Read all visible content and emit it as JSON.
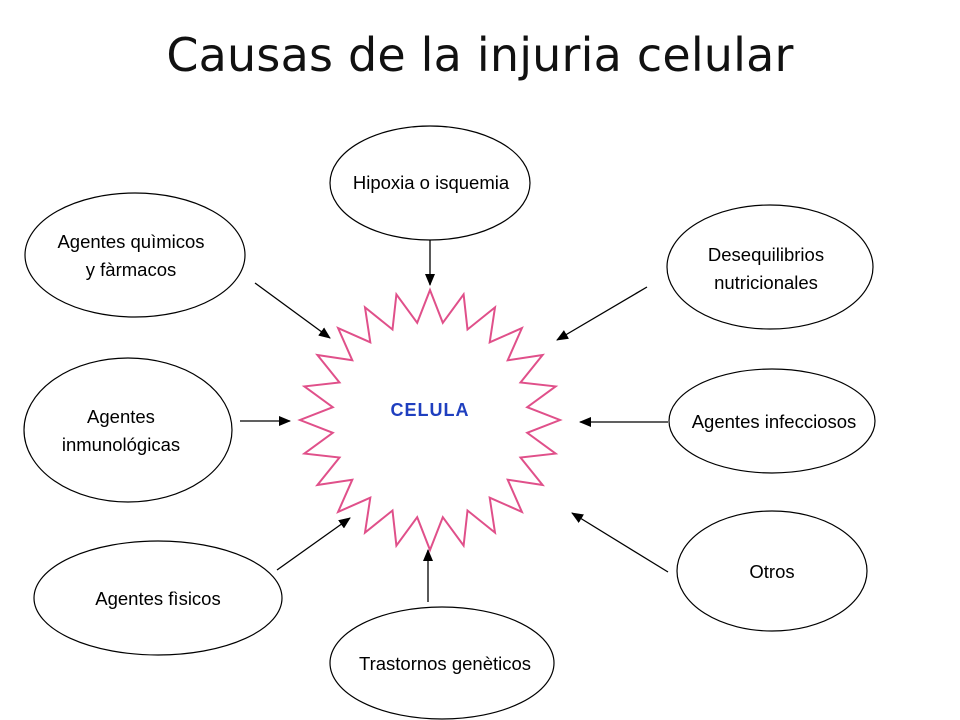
{
  "title": "Causas de la injuria celular",
  "center": {
    "label": "CELULA",
    "text_color": "#1f3fbf",
    "border_color": "#e0508a"
  },
  "nodes": [
    {
      "id": "hipoxia",
      "label": "Hipoxia o isquemia"
    },
    {
      "id": "quimicos",
      "label": "Agentes quìmicos\n y fàrmacos"
    },
    {
      "id": "desequilibrios",
      "label": "Desequilibrios\n nutricionales"
    },
    {
      "id": "inmunologicas",
      "label": "Agentes\n inmunológicas"
    },
    {
      "id": "infecciosos",
      "label": "Agentes infecciosos"
    },
    {
      "id": "fisicos",
      "label": "Agentes fìsicos"
    },
    {
      "id": "otros",
      "label": "Otros"
    },
    {
      "id": "geneticos",
      "label": "Trastornos genèticos"
    }
  ]
}
